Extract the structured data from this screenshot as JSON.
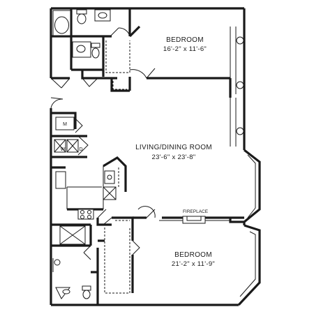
{
  "rooms": {
    "bedroom_top": {
      "name": "BEDROOM",
      "dimensions": "16'-2\" x 11'-6\""
    },
    "living": {
      "name": "LIVING/DINING ROOM",
      "dimensions": "23'-6\" x 23'-8\""
    },
    "bedroom_bottom": {
      "name": "BEDROOM",
      "dimensions": "21'-2\" x 11'-9\""
    }
  },
  "labels": {
    "fireplace": "FIREPLACE",
    "microwave": "M",
    "washer": "W",
    "dryer": "D"
  }
}
